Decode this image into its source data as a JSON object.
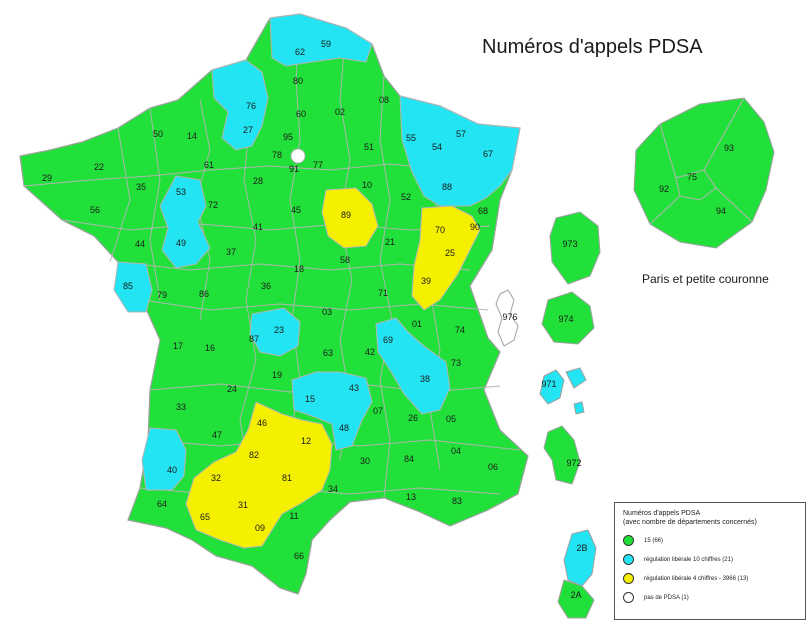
{
  "title": "Numéros d'appels PDSA",
  "inset_caption": "Paris et petite couronne",
  "colors": {
    "green": "#22e03a",
    "cyan": "#22e4f2",
    "yellow": "#f4f000",
    "white": "#ffffff",
    "border": "#b4b4b4",
    "gap": "#a0a0a0"
  },
  "legend": {
    "title_line1": "Numéros d'appels PDSA",
    "title_line2": "(avec nombre de départements concernés)",
    "items": [
      {
        "color": "#22e03a",
        "label": "15 (66)"
      },
      {
        "color": "#22e4f2",
        "label": "régulation libérale 10 chiffres (21)"
      },
      {
        "color": "#f4f000",
        "label": "régulation libérale 4 chiffres - 3966 (13)"
      },
      {
        "color": "#ffffff",
        "label": "pas de PDSA (1)"
      }
    ]
  },
  "departments": [
    {
      "code": "62",
      "category": "cyan"
    },
    {
      "code": "59",
      "category": "cyan"
    },
    {
      "code": "80",
      "category": "green"
    },
    {
      "code": "76",
      "category": "cyan"
    },
    {
      "code": "60",
      "category": "green"
    },
    {
      "code": "02",
      "category": "green"
    },
    {
      "code": "08",
      "category": "green"
    },
    {
      "code": "27",
      "category": "cyan"
    },
    {
      "code": "95",
      "category": "green"
    },
    {
      "code": "78",
      "category": "green"
    },
    {
      "code": "91",
      "category": "green"
    },
    {
      "code": "77",
      "category": "green"
    },
    {
      "code": "51",
      "category": "green"
    },
    {
      "code": "55",
      "category": "cyan"
    },
    {
      "code": "57",
      "category": "cyan"
    },
    {
      "code": "54",
      "category": "cyan"
    },
    {
      "code": "67",
      "category": "cyan"
    },
    {
      "code": "50",
      "category": "green"
    },
    {
      "code": "14",
      "category": "green"
    },
    {
      "code": "61",
      "category": "green"
    },
    {
      "code": "28",
      "category": "green"
    },
    {
      "code": "10",
      "category": "green"
    },
    {
      "code": "52",
      "category": "green"
    },
    {
      "code": "88",
      "category": "cyan"
    },
    {
      "code": "68",
      "category": "green"
    },
    {
      "code": "29",
      "category": "green"
    },
    {
      "code": "22",
      "category": "green"
    },
    {
      "code": "35",
      "category": "green"
    },
    {
      "code": "53",
      "category": "cyan"
    },
    {
      "code": "72",
      "category": "green"
    },
    {
      "code": "45",
      "category": "green"
    },
    {
      "code": "89",
      "category": "yellow"
    },
    {
      "code": "70",
      "category": "yellow"
    },
    {
      "code": "90",
      "category": "yellow"
    },
    {
      "code": "56",
      "category": "green"
    },
    {
      "code": "44",
      "category": "green"
    },
    {
      "code": "49",
      "category": "cyan"
    },
    {
      "code": "41",
      "category": "green"
    },
    {
      "code": "37",
      "category": "green"
    },
    {
      "code": "21",
      "category": "green"
    },
    {
      "code": "25",
      "category": "yellow"
    },
    {
      "code": "58",
      "category": "green"
    },
    {
      "code": "18",
      "category": "green"
    },
    {
      "code": "85",
      "category": "cyan"
    },
    {
      "code": "79",
      "category": "green"
    },
    {
      "code": "86",
      "category": "green"
    },
    {
      "code": "36",
      "category": "green"
    },
    {
      "code": "39",
      "category": "yellow"
    },
    {
      "code": "71",
      "category": "green"
    },
    {
      "code": "03",
      "category": "green"
    },
    {
      "code": "01",
      "category": "green"
    },
    {
      "code": "74",
      "category": "green"
    },
    {
      "code": "23",
      "category": "cyan"
    },
    {
      "code": "17",
      "category": "green"
    },
    {
      "code": "16",
      "category": "green"
    },
    {
      "code": "87",
      "category": "green"
    },
    {
      "code": "63",
      "category": "green"
    },
    {
      "code": "69",
      "category": "cyan"
    },
    {
      "code": "42",
      "category": "green"
    },
    {
      "code": "73",
      "category": "green"
    },
    {
      "code": "38",
      "category": "cyan"
    },
    {
      "code": "19",
      "category": "green"
    },
    {
      "code": "24",
      "category": "green"
    },
    {
      "code": "15",
      "category": "cyan"
    },
    {
      "code": "43",
      "category": "cyan"
    },
    {
      "code": "33",
      "category": "green"
    },
    {
      "code": "46",
      "category": "yellow"
    },
    {
      "code": "12",
      "category": "yellow"
    },
    {
      "code": "48",
      "category": "cyan"
    },
    {
      "code": "07",
      "category": "green"
    },
    {
      "code": "26",
      "category": "green"
    },
    {
      "code": "05",
      "category": "green"
    },
    {
      "code": "47",
      "category": "green"
    },
    {
      "code": "82",
      "category": "yellow"
    },
    {
      "code": "81",
      "category": "yellow"
    },
    {
      "code": "30",
      "category": "green"
    },
    {
      "code": "84",
      "category": "green"
    },
    {
      "code": "04",
      "category": "green"
    },
    {
      "code": "06",
      "category": "green"
    },
    {
      "code": "40",
      "category": "cyan"
    },
    {
      "code": "32",
      "category": "yellow"
    },
    {
      "code": "34",
      "category": "green"
    },
    {
      "code": "13",
      "category": "green"
    },
    {
      "code": "83",
      "category": "green"
    },
    {
      "code": "64",
      "category": "green"
    },
    {
      "code": "65",
      "category": "yellow"
    },
    {
      "code": "31",
      "category": "yellow"
    },
    {
      "code": "11",
      "category": "green"
    },
    {
      "code": "09",
      "category": "yellow"
    },
    {
      "code": "66",
      "category": "green"
    },
    {
      "code": "2B",
      "category": "cyan"
    },
    {
      "code": "2A",
      "category": "green"
    },
    {
      "code": "93",
      "category": "green"
    },
    {
      "code": "75",
      "category": "green"
    },
    {
      "code": "92",
      "category": "green"
    },
    {
      "code": "94",
      "category": "green"
    },
    {
      "code": "973",
      "category": "green"
    },
    {
      "code": "974",
      "category": "green"
    },
    {
      "code": "976",
      "category": "white"
    },
    {
      "code": "971",
      "category": "cyan"
    },
    {
      "code": "972",
      "category": "green"
    }
  ]
}
